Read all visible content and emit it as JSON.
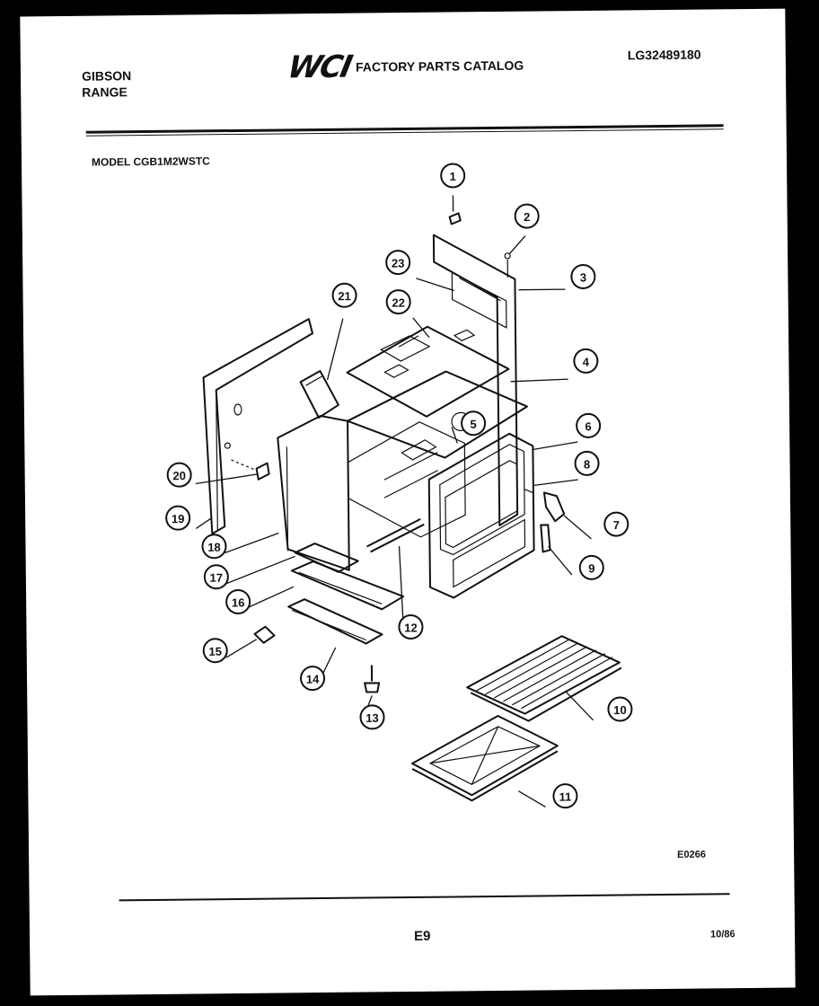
{
  "header": {
    "brand_line1": "GIBSON",
    "brand_line2": "RANGE",
    "catalog_logo": "WCI",
    "catalog_title": "FACTORY PARTS CATALOG",
    "catalog_code": "LG32489180",
    "model": "MODEL CGB1M2WSTC"
  },
  "callouts": [
    "1",
    "2",
    "3",
    "4",
    "5",
    "6",
    "7",
    "8",
    "9",
    "10",
    "11",
    "12",
    "13",
    "14",
    "15",
    "16",
    "17",
    "18",
    "19",
    "20",
    "21",
    "22",
    "23"
  ],
  "footer": {
    "diagram_code": "E0266",
    "page_number": "E9",
    "date_code": "10/86"
  }
}
